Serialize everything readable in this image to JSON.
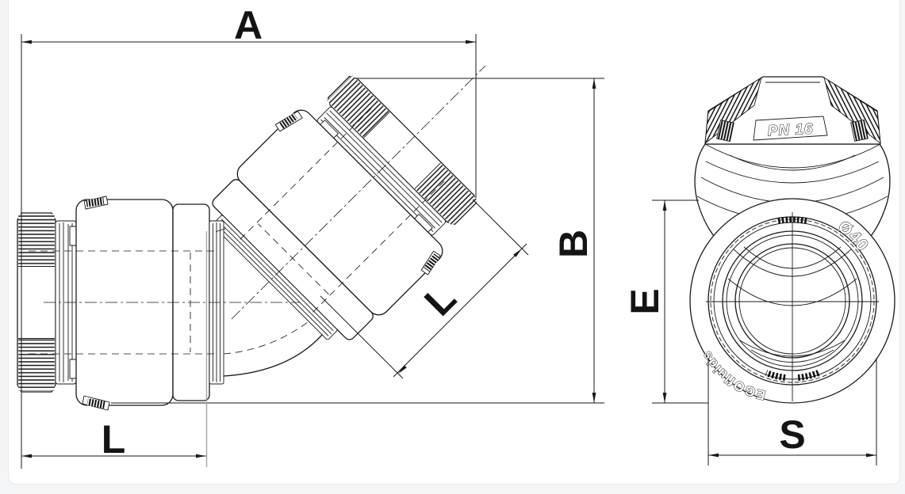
{
  "drawing": {
    "dim_labels": {
      "overall_width": "A",
      "overall_height": "B",
      "branch_length": "L",
      "socket_length": "L",
      "body_diameter": "E",
      "nut_width": "S"
    },
    "markings": {
      "pressure_rating": "PN 16",
      "nominal_diameter": "Ø40",
      "brand": "EGOfluids"
    },
    "colors": {
      "line": "#1a1a1a",
      "extension_gray": "#a9a9a9",
      "page_background": "#f4f5f6",
      "panel_background": "#ffffff"
    }
  }
}
